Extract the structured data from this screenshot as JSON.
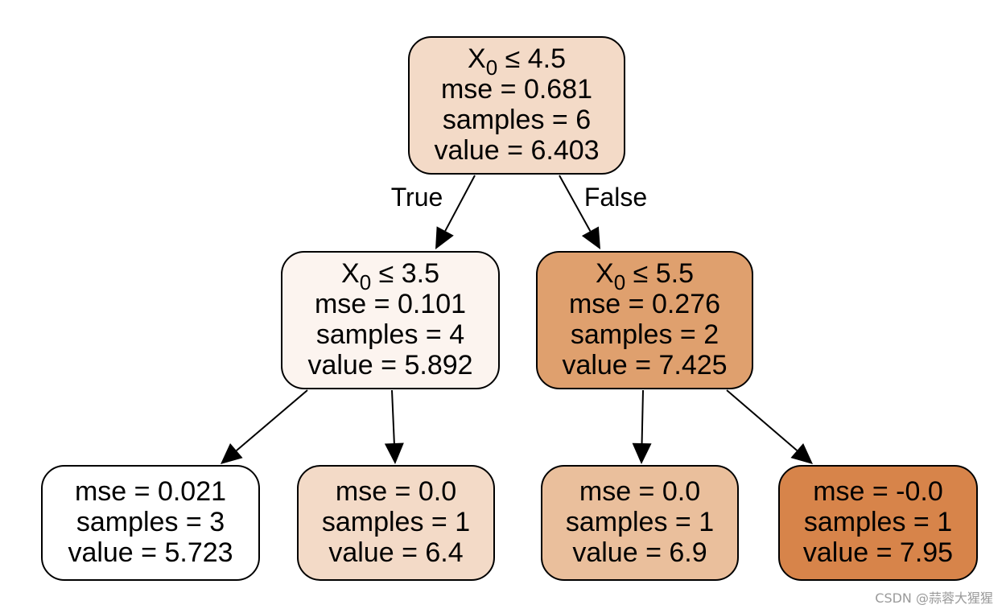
{
  "tree": {
    "nodes": [
      {
        "id": "root",
        "split": {
          "feature": "X",
          "subscript": "0",
          "op": "≤",
          "threshold": "4.5"
        },
        "lines": [
          "mse = 0.681",
          "samples = 6",
          "value = 6.403"
        ],
        "mse": 0.681,
        "samples": 6,
        "value": 6.403,
        "fill": "#f3dac7"
      },
      {
        "id": "left",
        "split": {
          "feature": "X",
          "subscript": "0",
          "op": "≤",
          "threshold": "3.5"
        },
        "lines": [
          "mse = 0.101",
          "samples = 4",
          "value = 5.892"
        ],
        "mse": 0.101,
        "samples": 4,
        "value": 5.892,
        "fill": "#fcf4ef"
      },
      {
        "id": "right",
        "split": {
          "feature": "X",
          "subscript": "0",
          "op": "≤",
          "threshold": "5.5"
        },
        "lines": [
          "mse = 0.276",
          "samples = 2",
          "value = 7.425"
        ],
        "mse": 0.276,
        "samples": 2,
        "value": 7.425,
        "fill": "#dfa06e"
      },
      {
        "id": "leaf-1",
        "lines": [
          "mse = 0.021",
          "samples = 3",
          "value = 5.723"
        ],
        "mse": 0.021,
        "samples": 3,
        "value": 5.723,
        "fill": "#ffffff"
      },
      {
        "id": "leaf-2",
        "lines": [
          "mse = 0.0",
          "samples = 1",
          "value = 6.4"
        ],
        "mse": 0.0,
        "samples": 1,
        "value": 6.4,
        "fill": "#f3dac7"
      },
      {
        "id": "leaf-3",
        "lines": [
          "mse = 0.0",
          "samples = 1",
          "value = 6.9"
        ],
        "mse": 0.0,
        "samples": 1,
        "value": 6.9,
        "fill": "#eabf9c"
      },
      {
        "id": "leaf-4",
        "lines": [
          "mse = -0.0",
          "samples = 1",
          "value = 7.95"
        ],
        "mse": -0.0,
        "samples": 1,
        "value": 7.95,
        "fill": "#d7844a"
      }
    ],
    "edges": [
      {
        "from": "root",
        "to": "left",
        "label": "True"
      },
      {
        "from": "root",
        "to": "right",
        "label": "False"
      },
      {
        "from": "left",
        "to": "leaf-1",
        "label": ""
      },
      {
        "from": "left",
        "to": "leaf-2",
        "label": ""
      },
      {
        "from": "right",
        "to": "leaf-3",
        "label": ""
      },
      {
        "from": "right",
        "to": "leaf-4",
        "label": ""
      }
    ]
  },
  "watermark": "CSDN @蒜蓉大猩猩"
}
